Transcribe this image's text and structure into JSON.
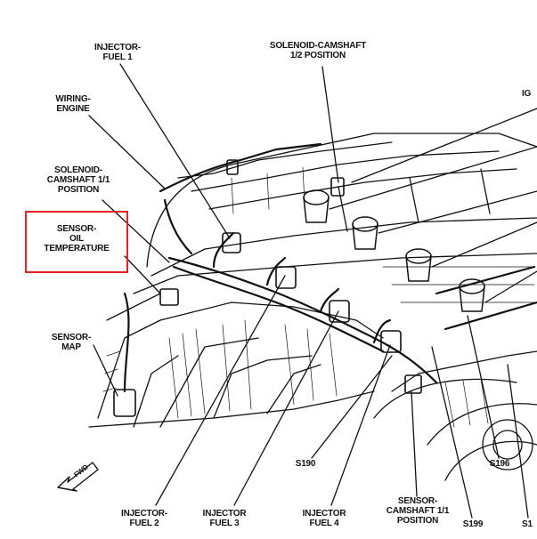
{
  "labels": {
    "injector_fuel_1": "INJECTOR-\nFUEL 1",
    "solenoid_camshaft_half": "SOLENOID-CAMSHAFT\n1/2 POSITION",
    "wiring_engine": "WIRING-\nENGINE",
    "solenoid_camshaft_11": "SOLENOID-\nCAMSHAFT 1/1\nPOSITION",
    "sensor_oil_temperature": "SENSOR-\nOIL\nTEMPERATURE",
    "sensor_map": "SENSOR-\nMAP",
    "ign_partial": "IG",
    "injector_fuel_2": "INJECTOR-\nFUEL 2",
    "injector_fuel_3": "INJECTOR\nFUEL 3",
    "injector_fuel_4": "INJECTOR\nFUEL 4",
    "sensor_camshaft_11": "SENSOR-\nCAMSHAFT 1/1\nPOSITION",
    "s190": "S190",
    "s196": "S196",
    "s199": "S199",
    "s1_partial": "S1",
    "fwd": "FWD"
  },
  "colors": {
    "highlight": "#e02424",
    "line": "#111111"
  }
}
